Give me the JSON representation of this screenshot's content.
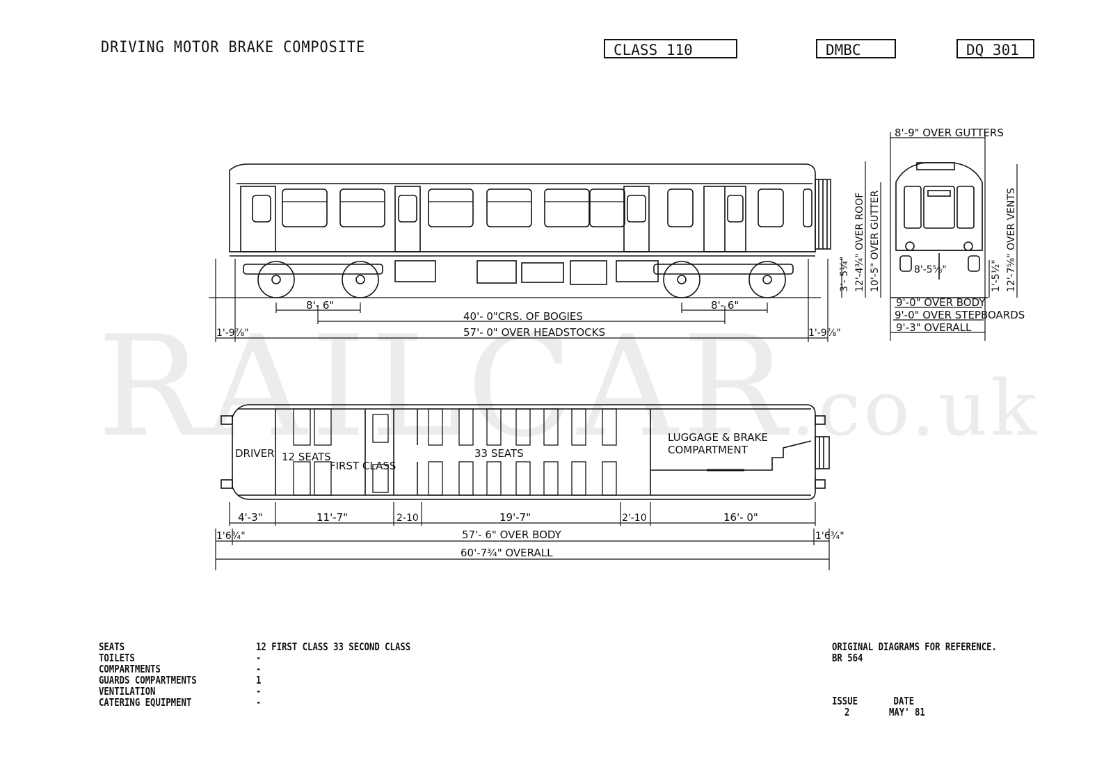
{
  "header": {
    "title": "DRIVING MOTOR BRAKE COMPOSITE",
    "class_box": "CLASS 110",
    "type_box": "DMBC",
    "diagram_box": "DQ 301"
  },
  "watermark": {
    "main": "RAILCAR",
    "suffix": ".co.uk"
  },
  "side_elevation": {
    "bogie_wheelbase_left": "8'- 6\"",
    "bogie_wheelbase_right": "8'- 6\"",
    "bogie_centres": "40'- 0\"CRS. OF BOGIES",
    "over_headstocks": "57'- 0\" OVER HEADSTOCKS",
    "overhang_left": "1'-9⅞\"",
    "overhang_right": "1'-9⅞\"",
    "rail_height": "3'- 5¼\""
  },
  "end_elevation": {
    "over_gutters": "8'-9\" OVER GUTTERS",
    "over_roof": "12'-4¾\" OVER ROOF",
    "over_gutter": "10'-5\" OVER GUTTER",
    "over_vents": "12'-7⅝\" OVER VENTS",
    "step_height": "1'-5½\"",
    "buffer_centres": "8'-5⅝\"",
    "over_body": "9'-0\" OVER BODY",
    "over_stepboards": "9'-0\" OVER STEPBOARDS",
    "overall": "9'-3\" OVERALL"
  },
  "plan": {
    "driver": "DRIVER",
    "first_seats": "12 SEATS",
    "first_class": "FIRST CLASS",
    "second_seats": "33 SEATS",
    "luggage": "LUGGAGE & BRAKE",
    "compartment": "COMPARTMENT",
    "d_cab": "4'-3\"",
    "d_first": "11'-7\"",
    "d_vest1": "2-10",
    "d_second": "19'-7\"",
    "d_vest2": "2'-10",
    "d_luggage": "16'- 0\"",
    "end_left": "1'6¾\"",
    "end_right": "1'6¾\"",
    "over_body": "57'- 6\" OVER BODY",
    "overall": "60'-7¾\" OVERALL"
  },
  "specs": {
    "labels": [
      "SEATS",
      "TOILETS",
      "COMPARTMENTS",
      "GUARDS COMPARTMENTS",
      "VENTILATION",
      "CATERING EQUIPMENT"
    ],
    "values": [
      "12 FIRST CLASS 33 SECOND CLASS",
      "-",
      "-",
      "1",
      "-",
      "-"
    ]
  },
  "reference": {
    "line1": "ORIGINAL DIAGRAMS FOR REFERENCE.",
    "line2": "BR 564",
    "issue_label": "ISSUE",
    "date_label": "DATE",
    "issue_value": "2",
    "date_value": "MAY' 81"
  }
}
